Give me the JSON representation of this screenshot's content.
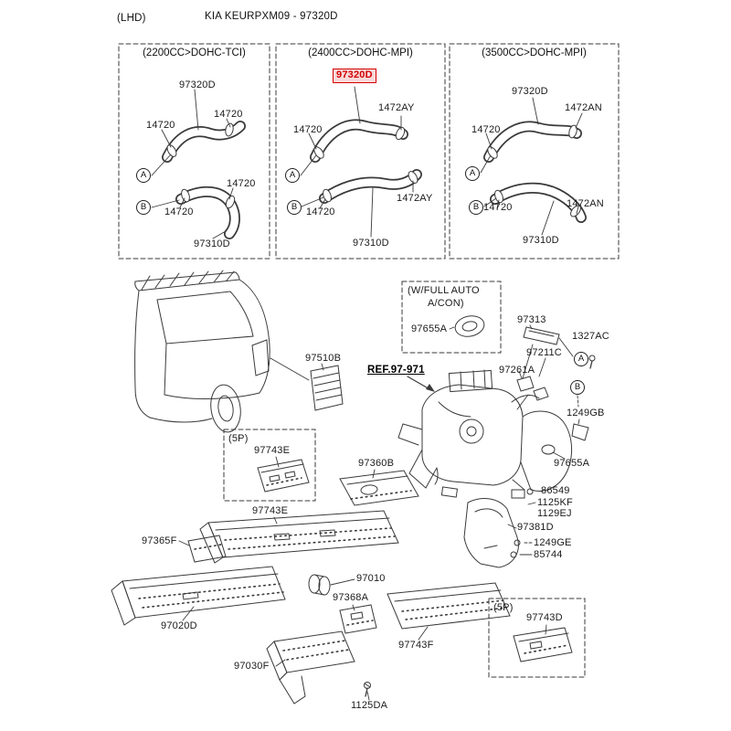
{
  "header": {
    "lhd": "(LHD)",
    "title": "KIA KEURPXM09 - 97320D"
  },
  "panels": [
    {
      "title": "(2200CC>DOHC-TCI)",
      "hose_top": "97320D",
      "clamp_tl": "14720",
      "clamp_tr": "14720",
      "callout_a": "A",
      "callout_b": "B",
      "clamp_bl": "14720",
      "clamp_br": "14720",
      "hose_bottom": "97310D"
    },
    {
      "title": "(2400CC>DOHC-MPI)",
      "hose_top": "97320D",
      "clamp_tl": "14720",
      "clamp_tr": "1472AY",
      "callout_a": "A",
      "callout_b": "B",
      "clamp_bl": "14720",
      "clamp_br": "1472AY",
      "hose_bottom": "97310D"
    },
    {
      "title": "(3500CC>DOHC-MPI)",
      "hose_top": "97320D",
      "clamp_tl": "14720",
      "clamp_tr": "1472AN",
      "callout_a": "A",
      "callout_b": "B",
      "clamp_bl": "14720",
      "clamp_br": "1472AN",
      "hose_bottom": "97310D"
    }
  ],
  "main": {
    "ref": "REF.97-971",
    "highlight_color": "#d40000",
    "callout_a": "A",
    "callout_b": "B",
    "full_auto": {
      "line1": "(W/FULL AUTO",
      "line2": "A/CON)",
      "part": "97655A"
    },
    "five_p_left": {
      "title": "(5P)",
      "part": "97743E"
    },
    "five_p_right": {
      "title": "(5P)",
      "part": "97743D"
    },
    "parts": {
      "vent": "97510B",
      "bracket": "97313",
      "bolt_1327ac": "1327AC",
      "clip_97211c": "97211C",
      "clip_97261a": "97261A",
      "grommet_1249gb": "1249GB",
      "grommet_97655a": "97655A",
      "screw_86549": "86549",
      "screw_1125kf": "1125KF",
      "screw_1129ej": "1129EJ",
      "duct_97360b": "97360B",
      "duct_97743e": "97743E",
      "bracket_97365f": "97365F",
      "duct_97381d": "97381D",
      "screw_1249ge": "1249GE",
      "screw_85744": "85744",
      "motor_97010": "97010",
      "bracket_97368a": "97368A",
      "duct_97020d": "97020D",
      "duct_97743f": "97743F",
      "duct_97030f": "97030F",
      "screw_1125da": "1125DA"
    }
  }
}
